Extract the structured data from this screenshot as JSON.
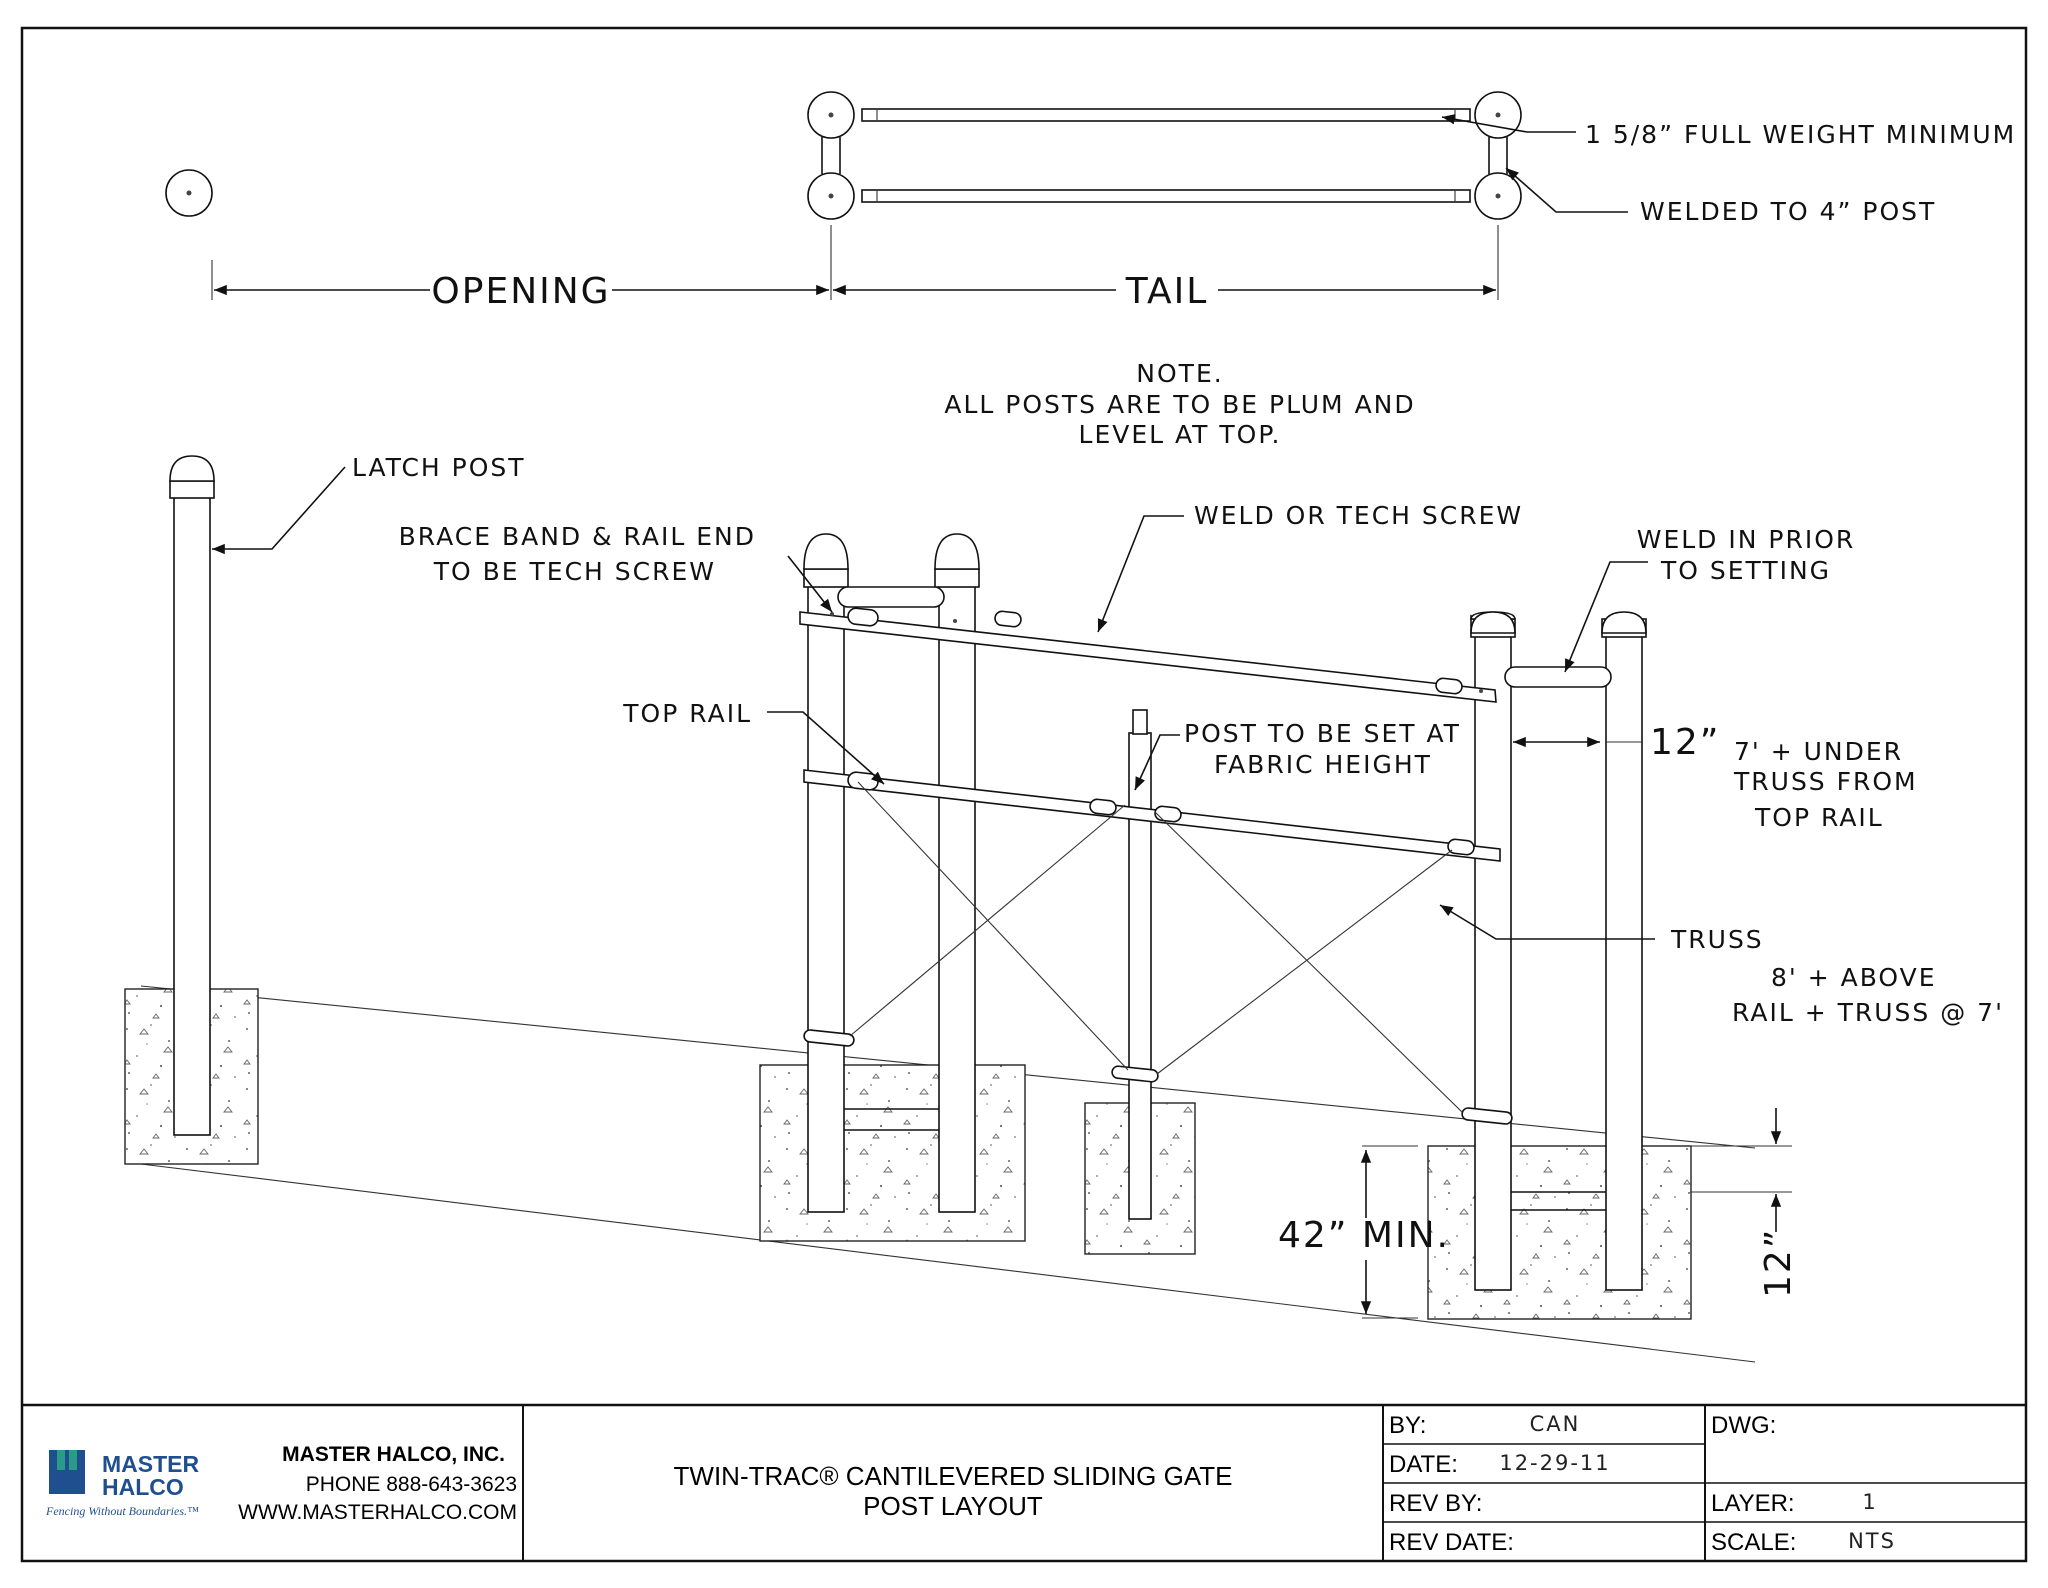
{
  "plan_view": {
    "opening_label": "OPENING",
    "tail_label": "TAIL",
    "rail_callout": "1 5/8” FULL WEIGHT MINIMUM",
    "weld_callout": "WELDED TO 4” POST"
  },
  "note": {
    "line1": "NOTE.",
    "line2": "ALL POSTS ARE TO BE PLUM AND",
    "line3": "LEVEL AT TOP."
  },
  "callouts": {
    "latch_post": "LATCH POST",
    "brace_band_1": "BRACE BAND & RAIL END",
    "brace_band_2": "TO BE TECH SCREW",
    "weld_or_tech": "WELD OR TECH SCREW",
    "weld_prior_1": "WELD IN PRIOR",
    "weld_prior_2": "TO SETTING",
    "top_rail": "TOP RAIL",
    "post_fabric_1": "POST TO BE SET AT",
    "post_fabric_2": "FABRIC HEIGHT",
    "dim_12_top": "12”",
    "under_1": "7' + UNDER",
    "under_2": "TRUSS FROM",
    "under_3": "TOP RAIL",
    "truss": "TRUSS",
    "above_1": "8' + ABOVE",
    "above_2": "RAIL + TRUSS @ 7'",
    "dim_42": "42” MIN.",
    "dim_12_side": "12”"
  },
  "title_block": {
    "company": "MASTER HALCO, INC.",
    "phone": "PHONE 888-643-3623",
    "website": "WWW.MASTERHALCO.COM",
    "logo_line1": "MASTER",
    "logo_line2": "HALCO",
    "logo_tagline": "Fencing Without Boundaries.™",
    "title_line1": "TWIN-TRAC® CANTILEVERED SLIDING GATE",
    "title_line2": "POST LAYOUT",
    "by_label": "BY:",
    "by_value": "CAN",
    "date_label": "DATE:",
    "date_value": "12-29-11",
    "rev_by_label": "REV BY:",
    "rev_by_value": "",
    "rev_date_label": "REV DATE:",
    "rev_date_value": "",
    "dwg_label": "DWG:",
    "dwg_value": "",
    "layer_label": "LAYER:",
    "layer_value": "1",
    "scale_label": "SCALE:",
    "scale_value": "NTS"
  },
  "colors": {
    "logo_blue": "#1f4f8f",
    "logo_teal": "#2a9a8a",
    "ink": "#111111"
  }
}
